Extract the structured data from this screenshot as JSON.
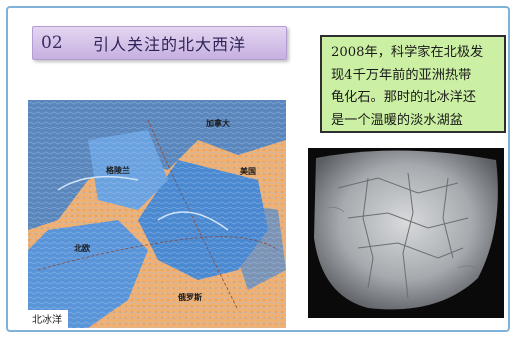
{
  "title": {
    "number": "02",
    "text": "引人关注的北大西洋"
  },
  "fact_box": {
    "lines": [
      "2008年，科学家在北极发",
      "现4千万年前的亚洲热带",
      "龟化石。那时的北冰洋还",
      "是一个温暖的淡水湖盆"
    ]
  },
  "map": {
    "caption": "北冰洋",
    "labels": {
      "greenland": "格陵兰",
      "canada": "加拿大",
      "usa": "美国",
      "north_europe": "北欧",
      "russia": "俄罗斯"
    }
  },
  "colors": {
    "title_bg": "#d4c2ea",
    "fact_bg": "#ccf0a3",
    "frame": "#7fb2d6",
    "ocean": "#4a88d0",
    "land": "#f2b070"
  }
}
